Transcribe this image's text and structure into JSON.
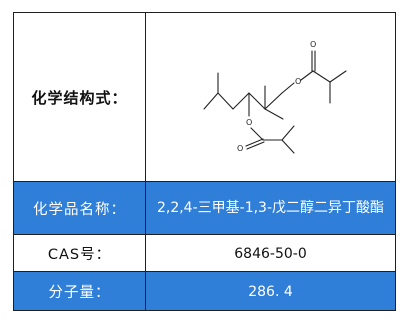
{
  "table": {
    "structure_label": "化学结构式：",
    "name_label": "化学品名称：",
    "name_value": "2,2,4-三甲基-1,3-戊二醇二异丁酸酯",
    "cas_label": "CAS号：",
    "cas_value": "6846-50-0",
    "mw_label": "分子量：",
    "mw_value": "286. 4"
  },
  "structure": {
    "atom_o": "O"
  },
  "colors": {
    "blue_row": "#2f7ed7",
    "border": "#1f1f1f"
  }
}
